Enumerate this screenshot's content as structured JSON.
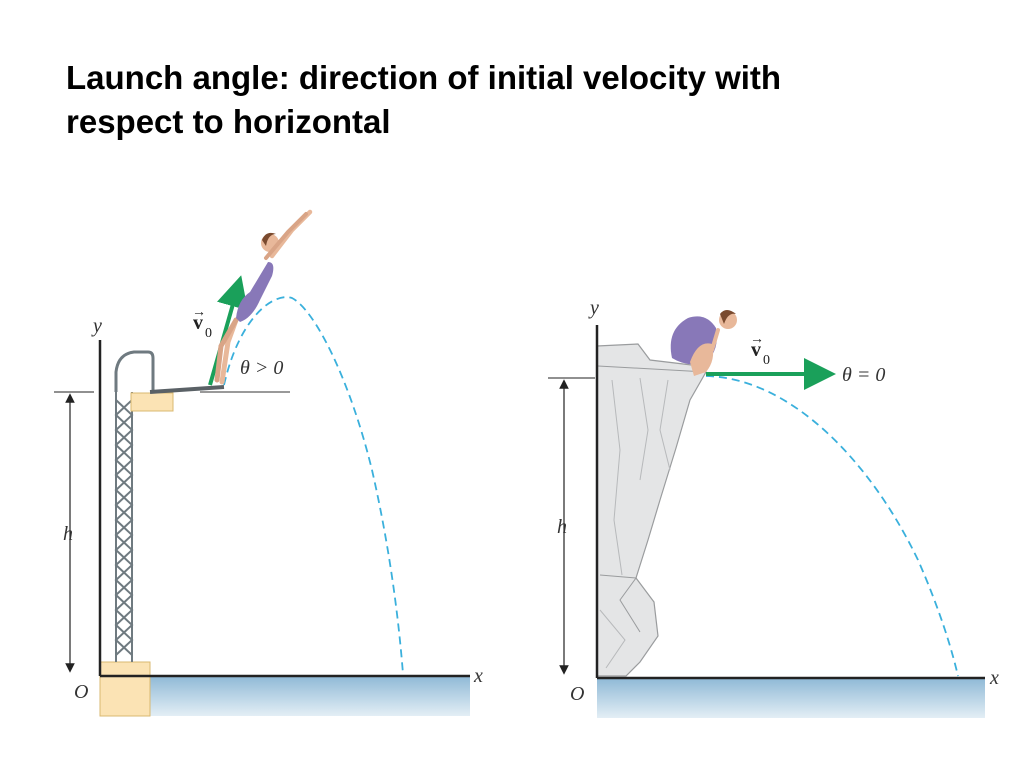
{
  "slide": {
    "title_line1": "Launch angle: direction of initial velocity with",
    "title_line2": "respect to horizontal"
  },
  "left_figure": {
    "y_label": "y",
    "x_label": "x",
    "origin_label": "O",
    "height_label": "h",
    "velocity_label": "v",
    "velocity_subscript": "0",
    "angle_label": "θ > 0"
  },
  "right_figure": {
    "y_label": "y",
    "x_label": "x",
    "origin_label": "O",
    "height_label": "h",
    "velocity_label": "v",
    "velocity_subscript": "0",
    "angle_label": "θ = 0"
  },
  "colors": {
    "velocity_arrow": "#1aa05a",
    "trajectory": "#3ab0dc",
    "water_top": "#8fb9d6",
    "water_bottom": "#ddeaf3",
    "platform": "#fbe3b4",
    "tower": "#6f7a80",
    "cliff": "#e6e7e8",
    "swimsuit": "#8878b8",
    "skin": "#e8b89a"
  }
}
